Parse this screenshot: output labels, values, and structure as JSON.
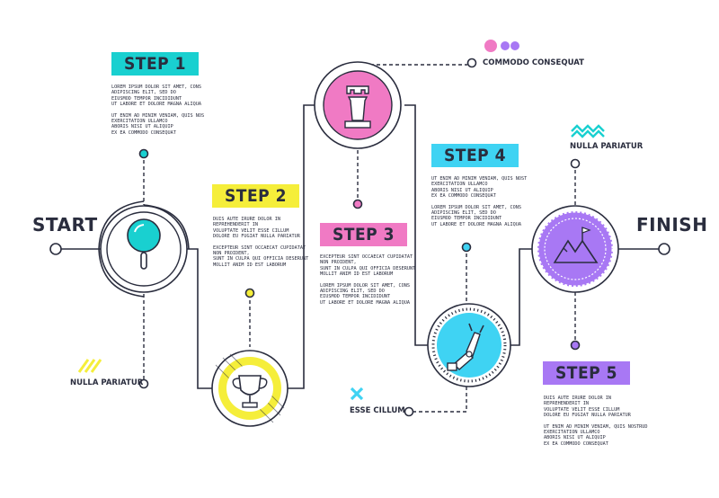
{
  "start_label": "START",
  "finish_label": "FINISH",
  "colors": {
    "line": "#2a2d3e",
    "cyan": "#19d0d0",
    "yellow": "#f5ee3a",
    "pink": "#f07ac4",
    "blue": "#3fd3f3",
    "purple": "#a878f4"
  },
  "steps": [
    {
      "label": "STEP 1",
      "color": "#19d0d0",
      "icon": "magnifier-icon",
      "text": [
        "LOREM IPSUM DOLOR SIT AMET, CONS\nADIPISCING ELIT, SED DO\nEIUSMOD TEMPOR INCIDIDUNT\nUT LABORE ET DOLORE MAGNA ALIQUA",
        "UT ENIM AD MINIM VENIAM, QUIS NOS\nEXERCITATION ULLAMCO\nABORIS NISI UT ALIQUIP\nEX EA COMMODO CONSEQUAT"
      ]
    },
    {
      "label": "STEP 2",
      "color": "#f5ee3a",
      "icon": "trophy-icon",
      "text": [
        "DUIS AUTE IRURE DOLOR IN\nREPREHENDERIT IN\nVOLUPTATE VELIT ESSE CILLUM\nDOLORE EU FUGIAT NULLA PARIATUR",
        "EXCEPTEUR SINT OCCAECAT CUPIDATAT\nNON PROIDENT,\nSUNT IN CULPA QUI OFFICIA DESERUNT\nMOLLIT ANIM ID EST LABORUM"
      ]
    },
    {
      "label": "STEP 3",
      "color": "#f07ac4",
      "icon": "chess-rook-icon",
      "text": [
        "EXCEPTEUR SINT OCCAECAT CUPIDATAT\nNON PROIDENT,\nSUNT IN CULPA QUI OFFICIA DESERUNT\nMOLLIT ANIM ID EST LABORUM",
        "LOREM IPSUM DOLOR SIT AMET, CONS\nADIPISCING ELIT, SED DO\nEIUSMOD TEMPOR INCIDIDUNT\nUT LABORE ET DOLORE MAGNA ALIQUA"
      ]
    },
    {
      "label": "STEP 4",
      "color": "#3fd3f3",
      "icon": "robot-arm-icon",
      "text": [
        "UT ENIM AD MINIM VENIAM, QUIS NOST\nEXERCITATION ULLAMCO\nABORIS NISI UT ALIQUIP\nEX EA COMMODO CONSEQUAT",
        "LOREM IPSUM DOLOR SIT AMET, CONS\nADIPISCING ELIT, SED DO\nEIUSMOD TEMPOR INCIDIDUNT\nUT LABORE ET DOLORE MAGNA ALIQUA"
      ]
    },
    {
      "label": "STEP 5",
      "color": "#a878f4",
      "icon": "mountain-flag-icon",
      "text": [
        "DUIS AUTE IRURE DOLOR IN\nREPREHENDERIT IN\nVOLUPTATE VELIT ESSE CILLUM\nDOLORE EU FUGIAT NULLA PARIATUR",
        "UT ENIM AD MINIM VENIAM, QUIS NOSTRUD\nEXERCITATION ULLAMCO\nABORIS NISI UT ALIQUIP\nEX EA COMMODO CONSEQUAT"
      ]
    }
  ],
  "annotations": {
    "commodo": "COMMODO CONSEQUAT",
    "nulla_top": "NULLA PARIATUR",
    "nulla_bottom": "NULLA PARIATUR",
    "esse": "ESSE CILLUM"
  }
}
